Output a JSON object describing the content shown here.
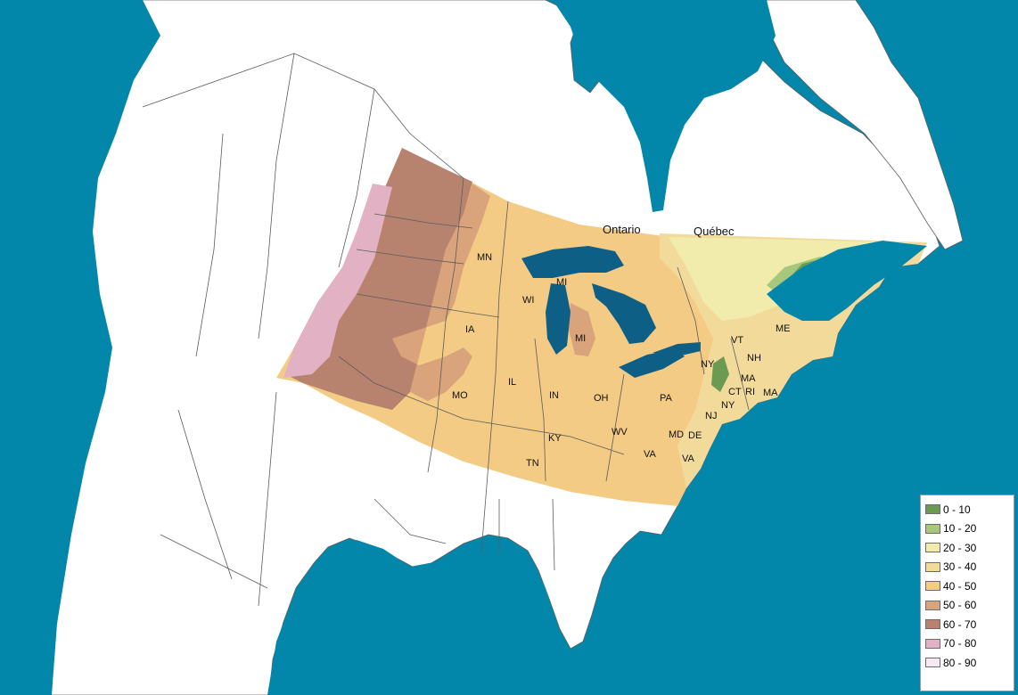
{
  "map": {
    "colors": {
      "water": "#0287aa",
      "land": "#ffffff",
      "border": "#5c5c5c",
      "lake": "#0e5f86"
    },
    "region_labels": [
      "Ontario",
      "Québec"
    ],
    "state_labels": [
      "MN",
      "WI",
      "MI",
      "MI",
      "IA",
      "IL",
      "MO",
      "IN",
      "OH",
      "KY",
      "TN",
      "WV",
      "PA",
      "VA",
      "NY",
      "VT",
      "NH",
      "ME",
      "MA",
      "CT",
      "RI",
      "MA",
      "NY",
      "NJ",
      "MD",
      "DE",
      "VA"
    ]
  },
  "legend": {
    "items": [
      {
        "label": "0 - 10",
        "color": "#6b9a52"
      },
      {
        "label": "10 - 20",
        "color": "#a7c77a"
      },
      {
        "label": "20 - 30",
        "color": "#f1ecac"
      },
      {
        "label": "30 - 40",
        "color": "#f2da9b"
      },
      {
        "label": "40 - 50",
        "color": "#f4cb84"
      },
      {
        "label": "50 - 60",
        "color": "#d9a37b"
      },
      {
        "label": "60 - 70",
        "color": "#b7836f"
      },
      {
        "label": "70 - 80",
        "color": "#e2b1c3"
      },
      {
        "label": "80 - 90",
        "color": "#f8e8f4"
      }
    ]
  }
}
